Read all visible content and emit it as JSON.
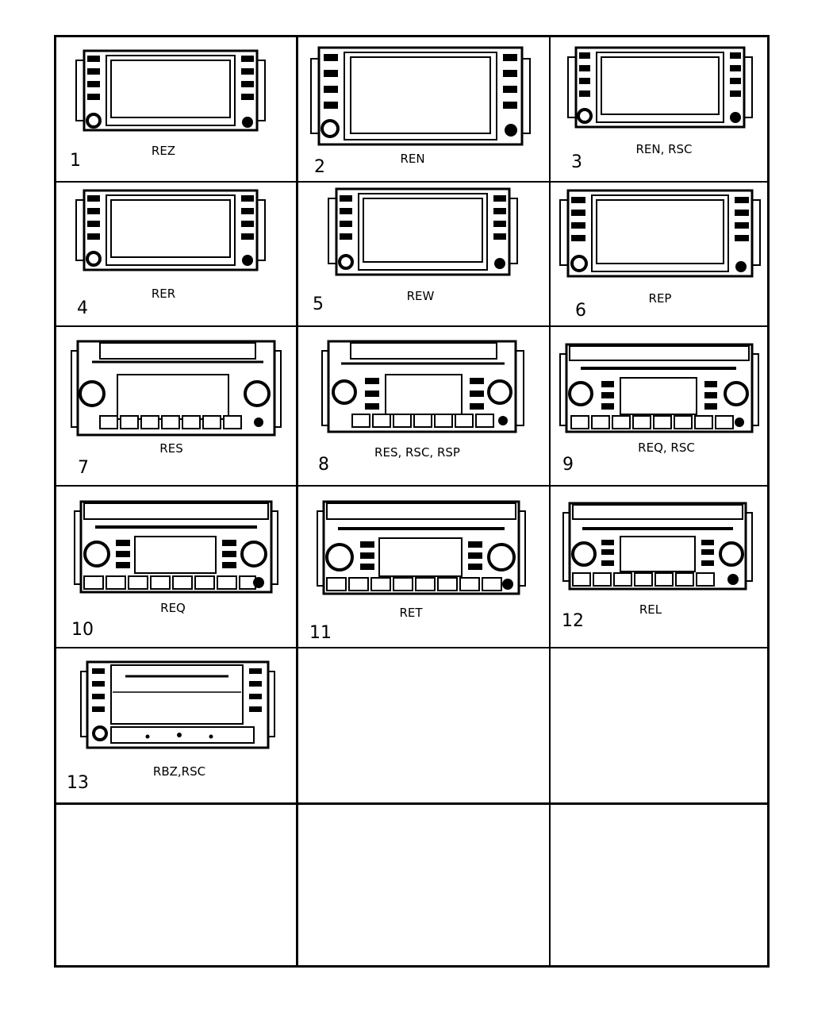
{
  "diagram": {
    "type": "parts-illustration-grid",
    "columns": 3,
    "rows": 6,
    "cells": [
      {
        "number": "1",
        "code": "REZ",
        "style": "touchscreen"
      },
      {
        "number": "2",
        "code": "REN",
        "style": "touchscreen"
      },
      {
        "number": "3",
        "code": "REN, RSC",
        "style": "touchscreen"
      },
      {
        "number": "4",
        "code": "RER",
        "style": "touchscreen"
      },
      {
        "number": "5",
        "code": "REW",
        "style": "touchscreen"
      },
      {
        "number": "6",
        "code": "REP",
        "style": "touchscreen"
      },
      {
        "number": "7",
        "code": "RES",
        "style": "radio-7preset"
      },
      {
        "number": "8",
        "code": "RES, RSC, RSP",
        "style": "radio-side-buttons"
      },
      {
        "number": "9",
        "code": "REQ, RSC",
        "style": "radio-9top"
      },
      {
        "number": "10",
        "code": "REQ",
        "style": "radio-9top"
      },
      {
        "number": "11",
        "code": "RET",
        "style": "radio-9top"
      },
      {
        "number": "12",
        "code": "REL",
        "style": "radio-9top"
      },
      {
        "number": "13",
        "code": "RBZ,RSC",
        "style": "touchscreen-tilt"
      },
      {
        "number": "",
        "code": "",
        "style": "empty"
      },
      {
        "number": "",
        "code": "",
        "style": "empty"
      },
      {
        "number": "",
        "code": "",
        "style": "empty"
      },
      {
        "number": "",
        "code": "",
        "style": "empty"
      },
      {
        "number": "",
        "code": "",
        "style": "empty"
      }
    ]
  }
}
